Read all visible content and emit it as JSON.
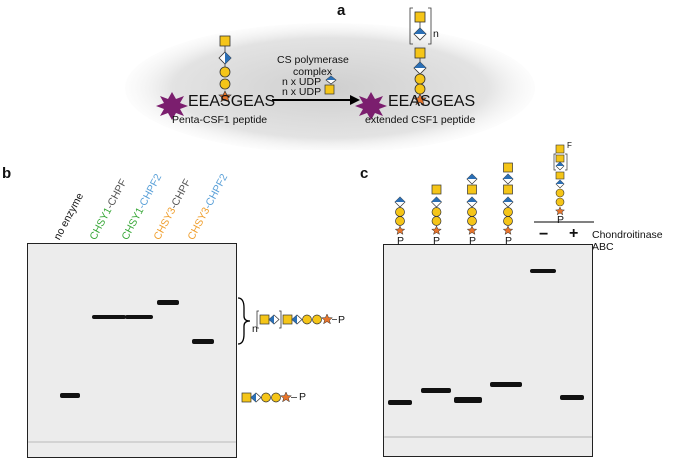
{
  "panel_a": {
    "label": "a",
    "left_peptide": "EEASGEAS",
    "left_caption": "Penta-CSF1 peptide",
    "enzyme_line1": "CS polymerase",
    "enzyme_line2": "complex",
    "substrate1": "n x UDP",
    "substrate2": "n x UDP",
    "right_peptide": "EEASGEAS",
    "right_caption": "extended CSF1 peptide",
    "repeat_n": "n"
  },
  "panel_b": {
    "label": "b",
    "lanes": [
      {
        "parts": [
          {
            "text": "no enzyme",
            "color": "#111111"
          }
        ]
      },
      {
        "parts": [
          {
            "text": "CHSY1",
            "color": "#3aa83a"
          },
          {
            "text": "-CHPF",
            "color": "#555555"
          }
        ]
      },
      {
        "parts": [
          {
            "text": "CHSY1",
            "color": "#3aa83a"
          },
          {
            "text": "-CHPF2",
            "color": "#5aa0d8"
          }
        ]
      },
      {
        "parts": [
          {
            "text": "CHSY3",
            "color": "#f0a030"
          },
          {
            "text": "-CHPF",
            "color": "#555555"
          }
        ]
      },
      {
        "parts": [
          {
            "text": "CHSY3",
            "color": "#f0a030"
          },
          {
            "text": "-CHPF2",
            "color": "#5aa0d8"
          }
        ]
      }
    ],
    "product_label_n": "n",
    "product_label_p": "P",
    "substrate_label_p": "P"
  },
  "panel_c": {
    "label": "c",
    "lane_p_labels": [
      "P",
      "P",
      "P",
      "P",
      "P"
    ],
    "top_label_f": "F",
    "minus": "−",
    "plus": "+",
    "treatment_label": "Chondroitinase ABC"
  },
  "colors": {
    "galnac": "#f5c518",
    "glca": "#2b6fb5",
    "xyl": "#e8742a",
    "star_dye": "#7b1e6e",
    "bubble": "#d9d9d9"
  }
}
